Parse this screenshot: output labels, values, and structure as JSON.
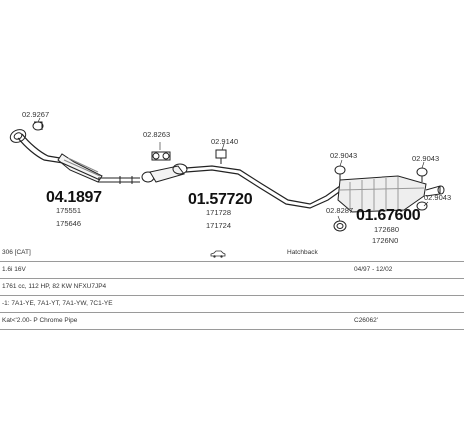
{
  "parts": [
    {
      "code": "02.9267"
    },
    {
      "code": "02.8263"
    },
    {
      "code": "02.9140"
    },
    {
      "code": "02.9043"
    },
    {
      "code": "02.9043"
    },
    {
      "code": "02.9043"
    },
    {
      "code": "02.8287"
    }
  ],
  "main_parts": [
    {
      "number": "04.1897",
      "refs": [
        "175551",
        "175646"
      ]
    },
    {
      "number": "01.57720",
      "refs": [
        "171728",
        "171724"
      ]
    },
    {
      "number": "01.67600",
      "refs": [
        "172680",
        "1726N0"
      ]
    }
  ],
  "vehicle": {
    "model": "306 [CAT]",
    "body": "Hatchback",
    "engine": "1.6i 16V",
    "years": "04/97 - 12/02",
    "specs": "1761 cc, 112 HP, 82 KW NFXU7JP4",
    "codes": "-1: 7A1-YE, 7A1-YT, 7A1-YW, 7C1-YE",
    "kit": "Kat<'2.00- P Chrome Pipe",
    "kit_code": "C26062'",
    "car_icon": "car-icon"
  }
}
